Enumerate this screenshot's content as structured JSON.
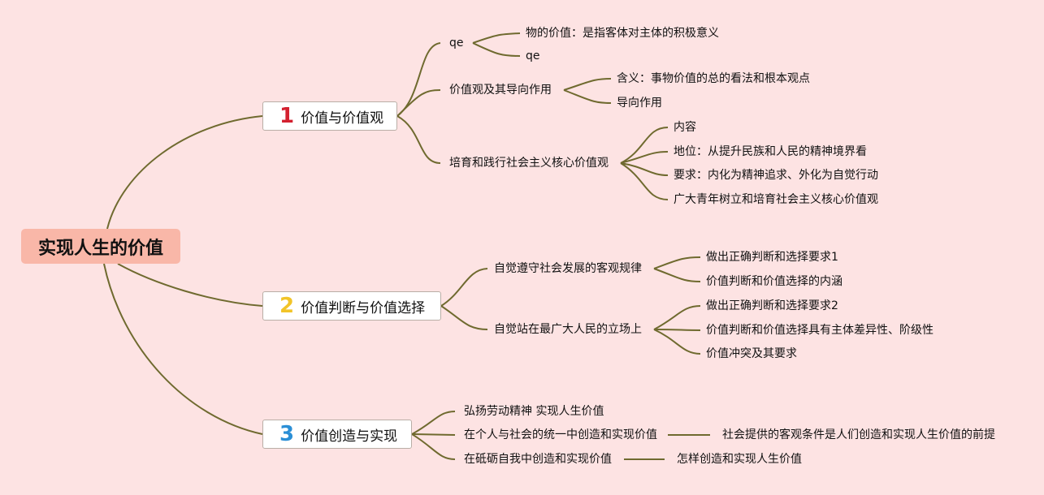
{
  "root": {
    "label": "实现人生的价值"
  },
  "branches": [
    {
      "number": "1",
      "label": "价值与价值观",
      "children": [
        {
          "label": "qe",
          "children": [
            "物的价值：是指客体对主体的积极意义",
            "qe"
          ]
        },
        {
          "label": "价值观及其导向作用",
          "children": [
            "含义：事物价值的总的看法和根本观点",
            "导向作用"
          ]
        },
        {
          "label": "培育和践行社会主义核心价值观",
          "children": [
            "内容",
            "地位：从提升民族和人民的精神境界看",
            "要求：内化为精神追求、外化为自觉行动",
            "广大青年树立和培育社会主义核心价值观"
          ]
        }
      ]
    },
    {
      "number": "2",
      "label": "价值判断与价值选择",
      "children": [
        {
          "label": "自觉遵守社会发展的客观规律",
          "children": [
            "做出正确判断和选择要求1",
            "价值判断和价值选择的内涵"
          ]
        },
        {
          "label": "自觉站在最广大人民的立场上",
          "children": [
            "做出正确判断和选择要求2",
            "价值判断和价值选择具有主体差异性、阶级性",
            "价值冲突及其要求"
          ]
        }
      ]
    },
    {
      "number": "3",
      "label": "价值创造与实现",
      "children": [
        {
          "label": "弘扬劳动精神 实现人生价值",
          "children": []
        },
        {
          "label": "在个人与社会的统一中创造和实现价值",
          "children": [
            "社会提供的客观条件是人们创造和实现人生价值的前提"
          ]
        },
        {
          "label": "在砥砺自我中创造和实现价值",
          "children": [
            "怎样创造和实现人生价值"
          ]
        }
      ]
    }
  ]
}
